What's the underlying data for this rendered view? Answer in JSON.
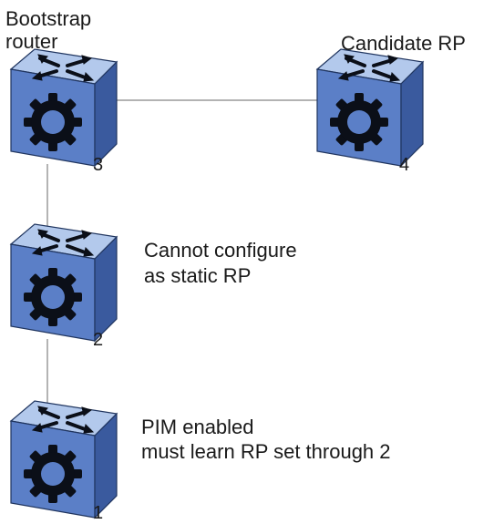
{
  "labels": {
    "bootstrap_line1": "Bootstrap",
    "bootstrap_line2": "router",
    "candidate": "Candidate RP",
    "cannot_line1": "Cannot configure",
    "cannot_line2": "as static RP",
    "pim_line1": "PIM enabled",
    "pim_line2": "must learn RP set through 2"
  },
  "routers": [
    {
      "id": "3",
      "role": "bootstrap router"
    },
    {
      "id": "4",
      "role": "candidate RP"
    },
    {
      "id": "2",
      "role": "router"
    },
    {
      "id": "1",
      "role": "router"
    }
  ],
  "links": [
    {
      "from": "3",
      "to": "4"
    },
    {
      "from": "3",
      "to": "2"
    },
    {
      "from": "2",
      "to": "1"
    }
  ],
  "colors": {
    "cube_top": "#b3c9ec",
    "cube_front": "#5b7fc7",
    "cube_side": "#3a5a9e",
    "cube_edge": "#20355f",
    "icon": "#0b0f18",
    "link": "#9a9a9a",
    "text": "#1a1a1a"
  },
  "icons": {
    "router": "router-cube-icon",
    "arrows": "arrows-icon",
    "gear": "gear-icon"
  }
}
